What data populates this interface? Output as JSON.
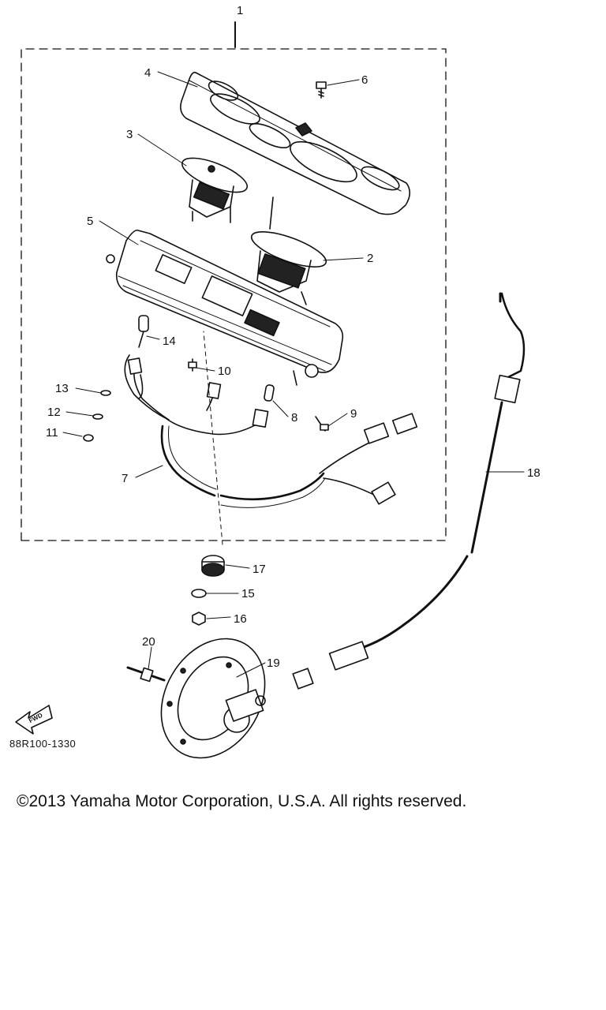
{
  "figure_code": "88R100-1330",
  "copyright": "©2013 Yamaha Motor Corporation, U.S.A. All rights reserved.",
  "front_arrow_label": "FWD",
  "callouts": [
    {
      "id": "c1",
      "label": "1"
    },
    {
      "id": "c2",
      "label": "2"
    },
    {
      "id": "c3",
      "label": "3"
    },
    {
      "id": "c4",
      "label": "4"
    },
    {
      "id": "c5",
      "label": "5"
    },
    {
      "id": "c6",
      "label": "6"
    },
    {
      "id": "c7",
      "label": "7"
    },
    {
      "id": "c8",
      "label": "8"
    },
    {
      "id": "c9",
      "label": "9"
    },
    {
      "id": "c10",
      "label": "10"
    },
    {
      "id": "c11",
      "label": "11"
    },
    {
      "id": "c12",
      "label": "12"
    },
    {
      "id": "c13",
      "label": "13"
    },
    {
      "id": "c14",
      "label": "14"
    },
    {
      "id": "c15",
      "label": "15"
    },
    {
      "id": "c16",
      "label": "16"
    },
    {
      "id": "c17",
      "label": "17"
    },
    {
      "id": "c18",
      "label": "18"
    },
    {
      "id": "c19",
      "label": "19"
    },
    {
      "id": "c20",
      "label": "20"
    }
  ]
}
